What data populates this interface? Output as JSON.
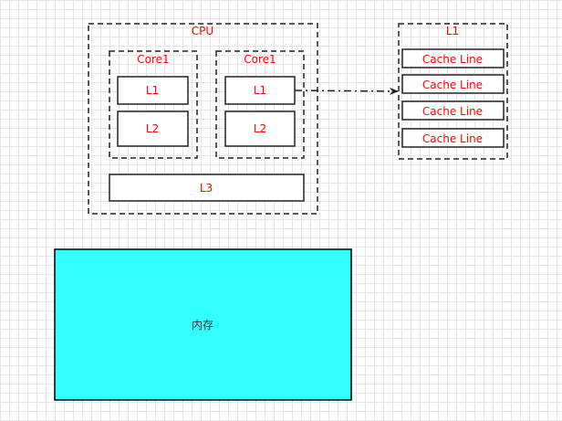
{
  "cpu": {
    "title": "CPU",
    "cores": [
      {
        "title": "Core1",
        "l1": "L1",
        "l2": "L2"
      },
      {
        "title": "Core1",
        "l1": "L1",
        "l2": "L2"
      }
    ],
    "l3": "L3"
  },
  "l1_detail": {
    "title": "L1",
    "lines": [
      "Cache Line",
      "Cache Line",
      "Cache Line",
      "Cache Line"
    ]
  },
  "memory": {
    "label": "内存"
  },
  "colors": {
    "label_red": "#ff0000",
    "memory_fill": "#33ffff",
    "border": "#000000",
    "grid": "#e6e6e6"
  }
}
